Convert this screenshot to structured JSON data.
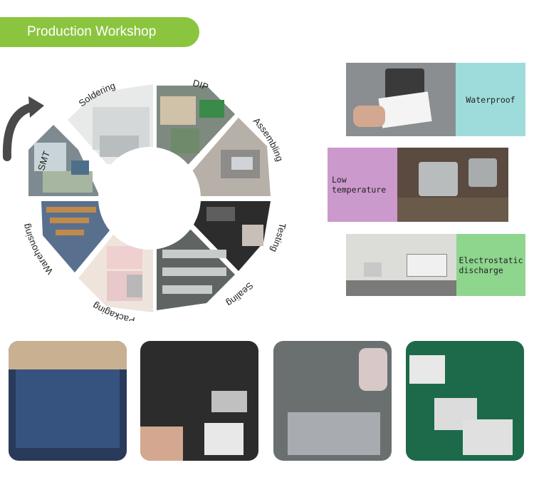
{
  "header": {
    "title": "Production Workshop",
    "accent": "#8bc53f"
  },
  "wheel": {
    "segments": [
      {
        "label": "SMT"
      },
      {
        "label": "Soldering"
      },
      {
        "label": "DIP"
      },
      {
        "label": "Assembling"
      },
      {
        "label": "Testing"
      },
      {
        "label": "Sealing"
      },
      {
        "label": "Packaging"
      },
      {
        "label": "Warehousing"
      }
    ],
    "arrow_icon": "curved-arrow-icon"
  },
  "tests": [
    {
      "label": "Waterproof",
      "color": "#9edbdb"
    },
    {
      "label": "Low temperature",
      "color": "#cc99cc"
    },
    {
      "label": "Electrostatic\ndischarge",
      "color": "#8ed58e"
    }
  ],
  "bottom_photos": [
    {
      "subject": "keypad-boards-with-wires"
    },
    {
      "subject": "keypad-assembly-bench"
    },
    {
      "subject": "worker-at-production-line"
    },
    {
      "subject": "finished-keypad-units"
    }
  ]
}
